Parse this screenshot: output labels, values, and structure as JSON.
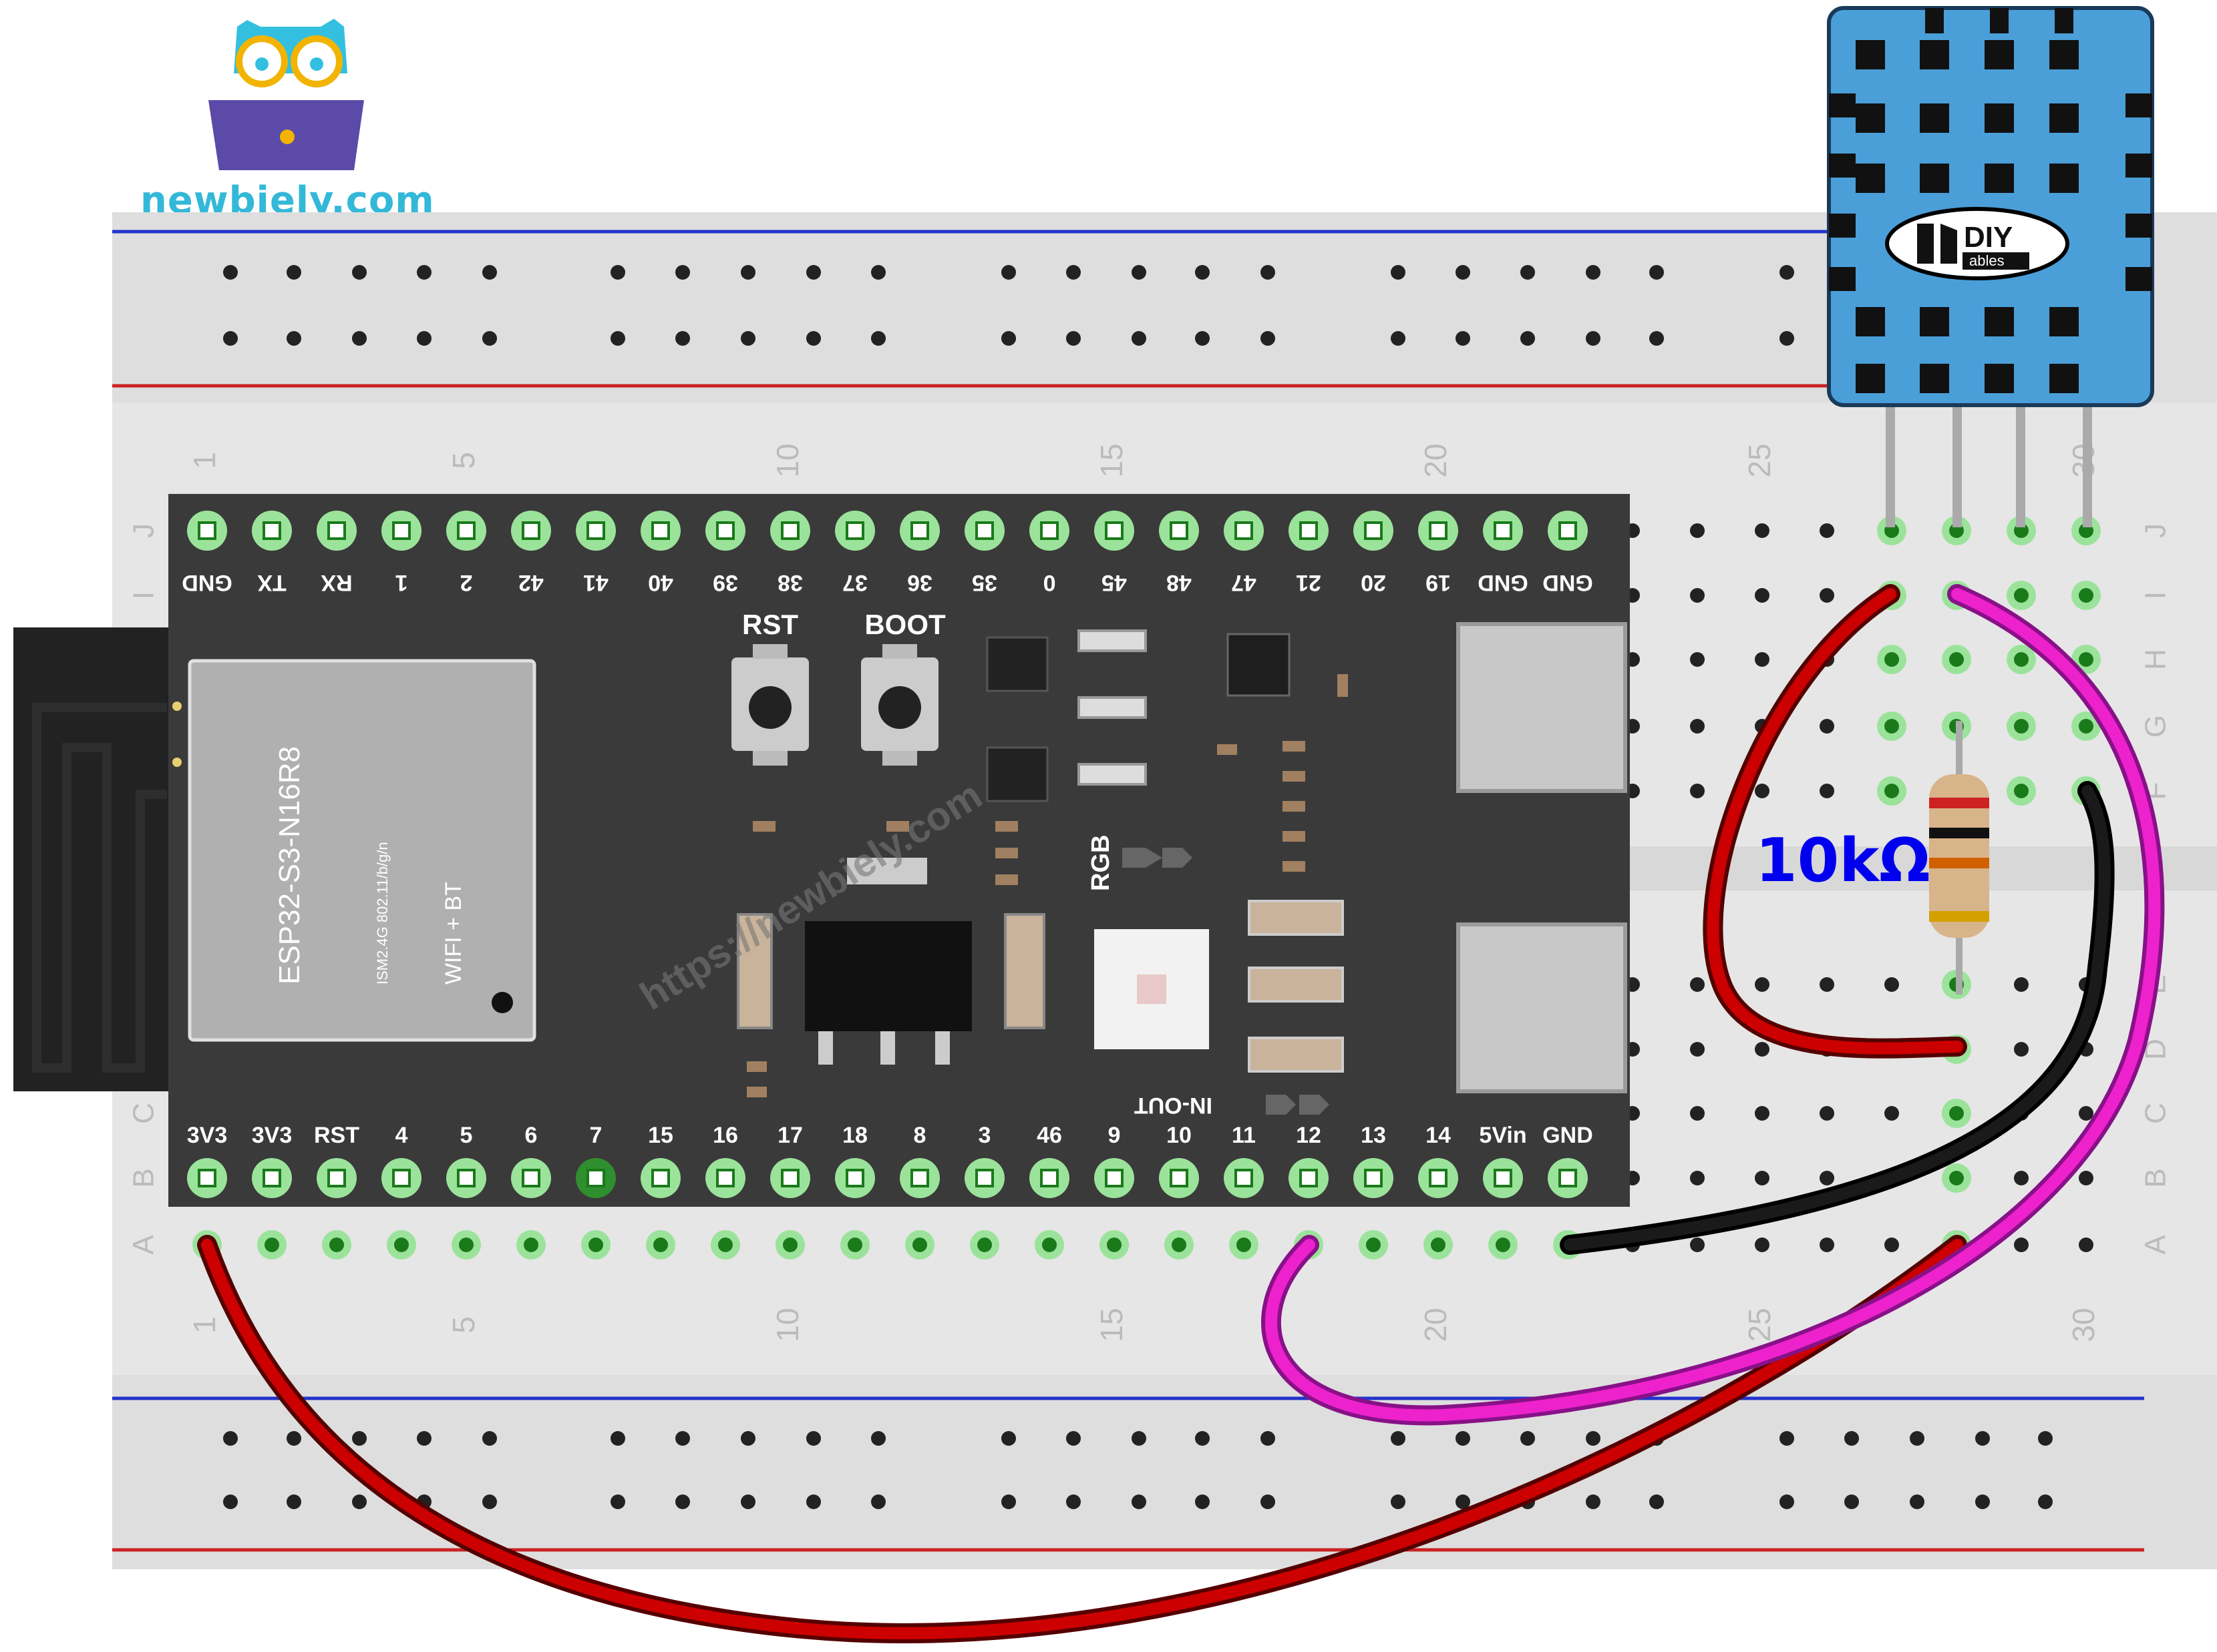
{
  "brand": {
    "site": "newbiely.com"
  },
  "breadboard": {
    "row_letters": [
      "J",
      "I",
      "H",
      "G",
      "F",
      "E",
      "D",
      "C",
      "B",
      "A"
    ],
    "column_numbers": [
      "1",
      "5",
      "10",
      "15",
      "20",
      "25",
      "30"
    ]
  },
  "board": {
    "module_name": "ESP32-S3-N16R8",
    "module_spec": "ISM2.4G 802.11/b/g/n",
    "module_feature": "WIFI + BT",
    "button_rst": "RST",
    "button_boot": "BOOT",
    "rgb_label": "RGB",
    "inout_label": "IN-OUT",
    "watermark": "https://newbiely.com",
    "top_pins": [
      "GND",
      "TX",
      "RX",
      "1",
      "2",
      "42",
      "41",
      "40",
      "39",
      "38",
      "37",
      "36",
      "35",
      "0",
      "45",
      "48",
      "47",
      "21",
      "20",
      "19",
      "GND",
      "GND"
    ],
    "bottom_pins": [
      "3V3",
      "3V3",
      "RST",
      "4",
      "5",
      "6",
      "7",
      "15",
      "16",
      "17",
      "18",
      "8",
      "3",
      "46",
      "9",
      "10",
      "11",
      "12",
      "13",
      "14",
      "5Vin",
      "GND"
    ]
  },
  "sensor": {
    "logo_main": "DIY",
    "logo_sub": "ables"
  },
  "resistor": {
    "label": "10kΩ"
  },
  "colors": {
    "wire_power": "#cc0000",
    "wire_ground": "#111111",
    "wire_data": "#ee22cc",
    "board": "#3a3a3a",
    "sensor": "#4a9fd8",
    "label_blue": "#0000ee"
  }
}
